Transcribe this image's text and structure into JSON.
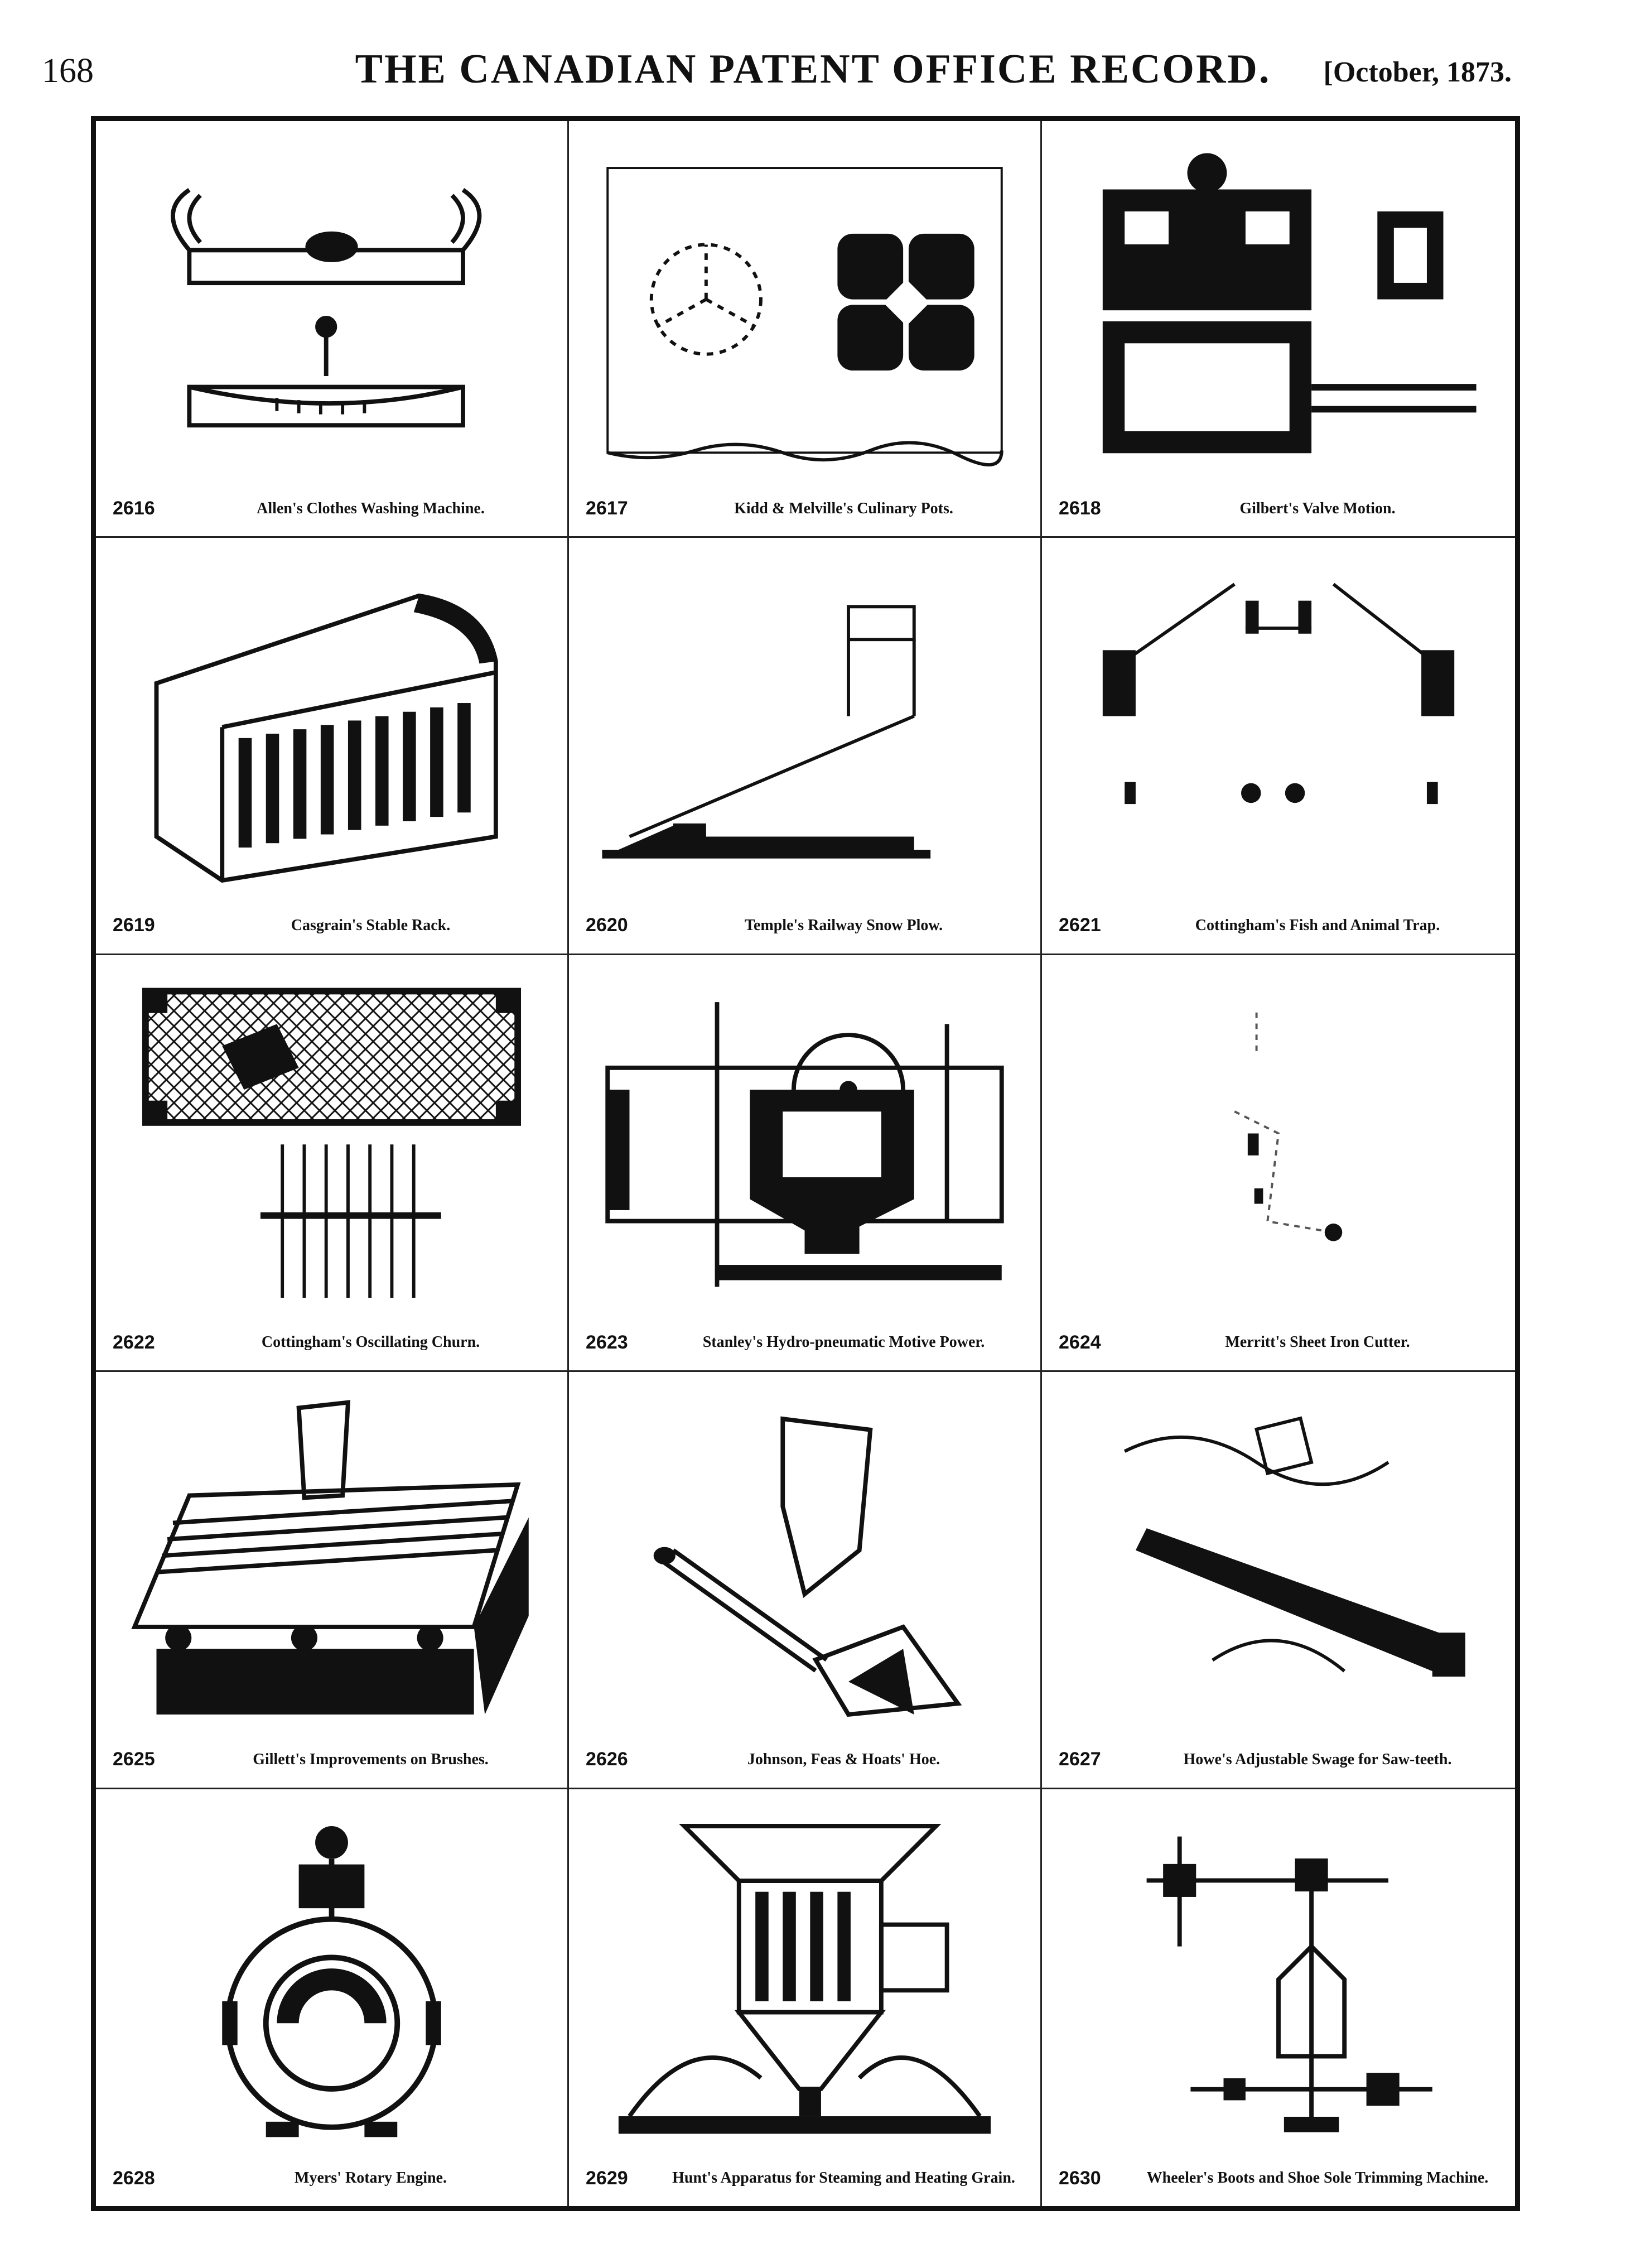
{
  "header": {
    "page_number": "168",
    "journal_title": "THE CANADIAN PATENT OFFICE RECORD.",
    "issue_date": "[October, 1873."
  },
  "figures": [
    {
      "number": "2616",
      "title": "Allen's Clothes Washing Machine."
    },
    {
      "number": "2617",
      "title": "Kidd & Melville's Culinary Pots."
    },
    {
      "number": "2618",
      "title": "Gilbert's Valve Motion."
    },
    {
      "number": "2619",
      "title": "Casgrain's Stable Rack."
    },
    {
      "number": "2620",
      "title": "Temple's Railway Snow Plow."
    },
    {
      "number": "2621",
      "title": "Cottingham's Fish and Animal Trap."
    },
    {
      "number": "2622",
      "title": "Cottingham's Oscillating Churn."
    },
    {
      "number": "2623",
      "title": "Stanley's Hydro-pneumatic Motive Power."
    },
    {
      "number": "2624",
      "title": "Merritt's Sheet Iron Cutter."
    },
    {
      "number": "2625",
      "title": "Gillett's Improvements on Brushes."
    },
    {
      "number": "2626",
      "title": "Johnson, Feas & Hoats' Hoe."
    },
    {
      "number": "2627",
      "title": "Howe's Adjustable Swage for Saw-teeth."
    },
    {
      "number": "2628",
      "title": "Myers' Rotary Engine."
    },
    {
      "number": "2629",
      "title": "Hunt's Apparatus for Steaming and Heating Grain."
    },
    {
      "number": "2630",
      "title": "Wheeler's Boots and Shoe Sole Trimming Machine."
    }
  ]
}
